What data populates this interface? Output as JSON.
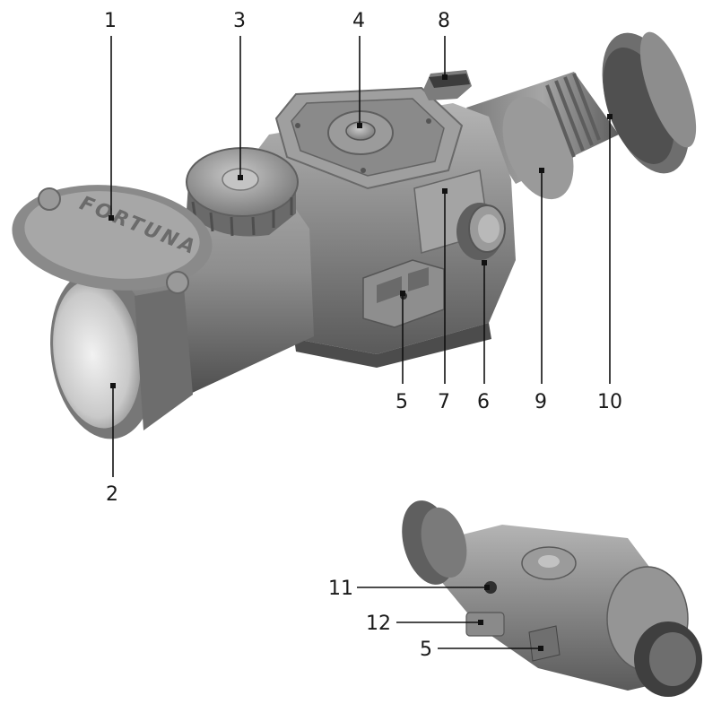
{
  "brand_text": "FORTUNA",
  "colors": {
    "body_dark": "#6f6f6f",
    "body_mid": "#8c8c8c",
    "body_light": "#b9b9b9",
    "line": "#111111"
  },
  "labels": [
    "1",
    "2",
    "3",
    "4",
    "5",
    "6",
    "7",
    "8",
    "9",
    "10",
    "11",
    "12",
    "5"
  ]
}
